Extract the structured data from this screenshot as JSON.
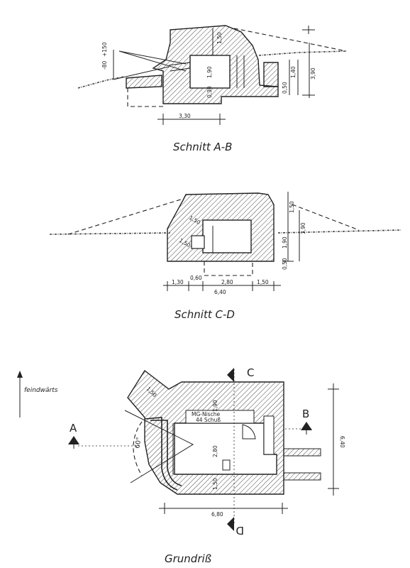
{
  "captions": {
    "section_ab": "Schnitt A-B",
    "section_cd": "Schnitt C-D",
    "plan": "Grundriß"
  },
  "direction_label": "feindwärts",
  "marks": {
    "a": "A",
    "b": "B",
    "c": "C",
    "d": "D"
  },
  "section_ab": {
    "width": "3,30",
    "roof": "1,50",
    "room_height": "1,90",
    "floor": "0,30",
    "step": "0,50",
    "inner": "1,40",
    "total_height": "3,90",
    "slope_a": "+150",
    "slope_b": "-80"
  },
  "section_cd": {
    "left_wall": "1,30",
    "gap": "0,60",
    "room_width": "2,80",
    "right_wall": "1,50",
    "total_width": "6,40",
    "wall_upper": "1,50",
    "wall_lower": "1,50",
    "roof": "1,50",
    "room_height": "1,90",
    "total_height": "3,90",
    "base": "0,50"
  },
  "plan": {
    "angle": "60°",
    "front_wall": "1,50",
    "upper_wall": "1,90",
    "room_depth": "2,80",
    "lower_wall": "1,50",
    "total_width": "6,80",
    "total_depth": "6,40",
    "niche_line1": "MG-Nische",
    "niche_line2": "44 Schuß"
  }
}
